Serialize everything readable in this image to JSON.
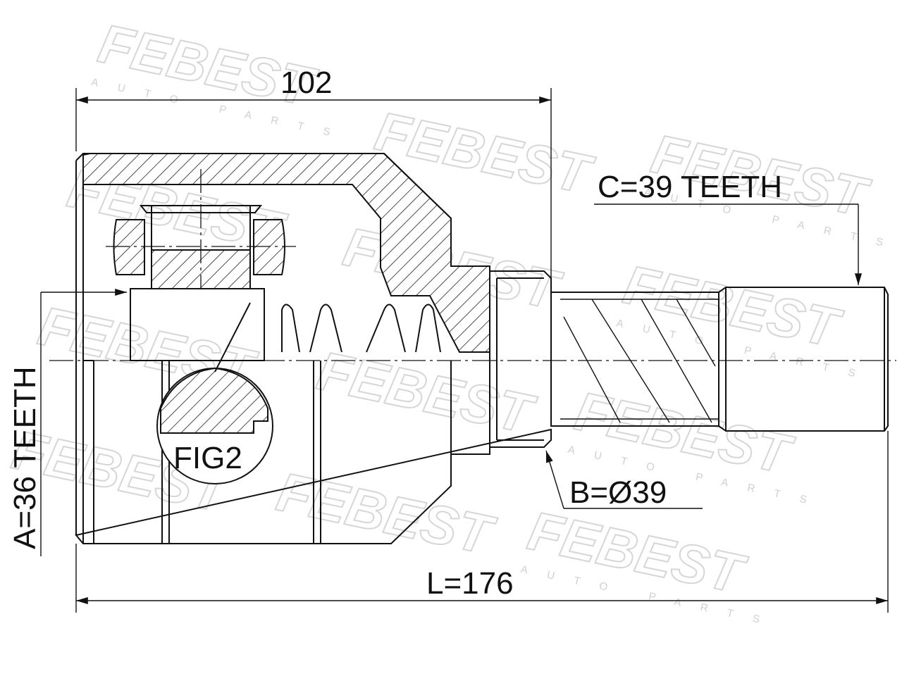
{
  "watermark": {
    "brand": "FEBEST",
    "tagline": "AUTO PARTS"
  },
  "dimensions": {
    "top_length": "102",
    "total_length": "L=176",
    "spline_a": "A=36 TEETH",
    "diameter_b": "B=Ø39",
    "spline_c": "C=39 TEETH"
  },
  "figure_label": "FIG2",
  "colors": {
    "line": "#111111",
    "watermark": "#d6d6d6",
    "background": "#ffffff"
  }
}
